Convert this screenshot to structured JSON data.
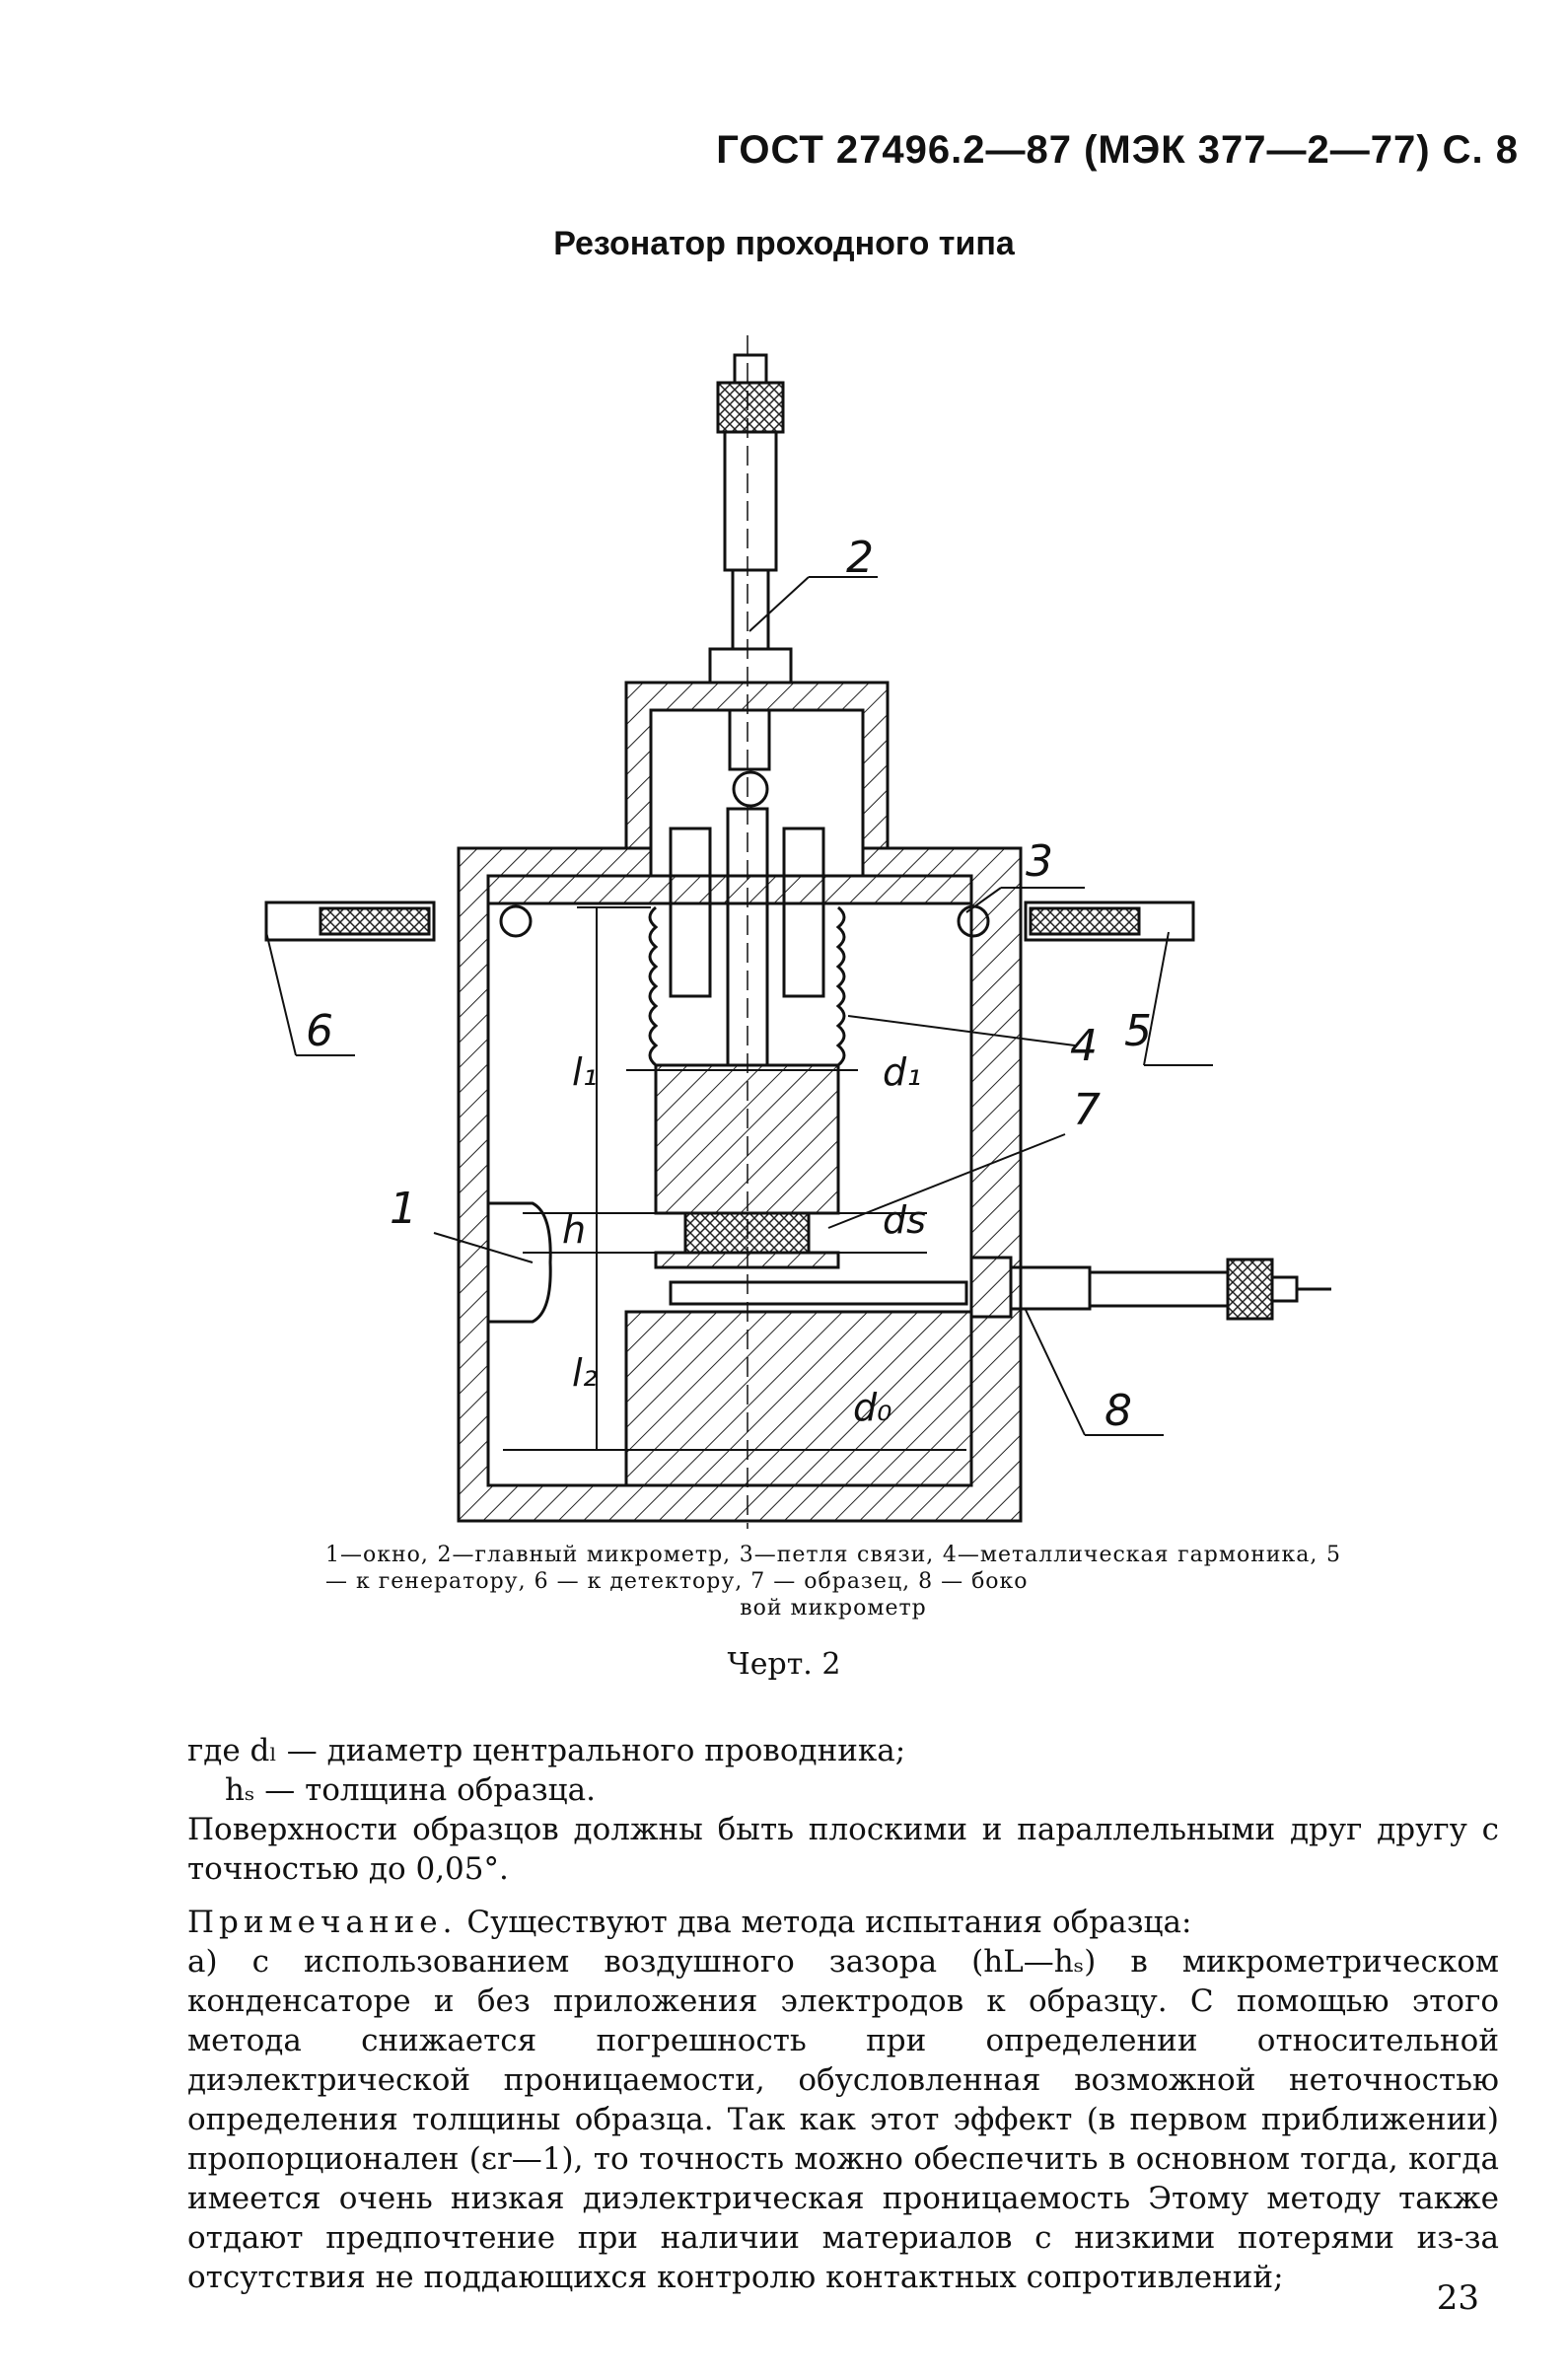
{
  "header": {
    "standard": "ГОСТ 27496.2—87 (МЭК 377—2—77) С. 8"
  },
  "figure": {
    "title": "Резонатор проходного типа",
    "callouts": [
      "1",
      "2",
      "3",
      "4",
      "5",
      "6",
      "7",
      "8"
    ],
    "dimensions": {
      "l1": "l₁",
      "l2": "l₂",
      "h": "h",
      "d1": "d₁",
      "ds": "ds",
      "d0": "d₀"
    },
    "caption": "1—окно, 2—главный микрометр, 3—петля связи, 4—металлическая гармоника, 5 — к генератору, 6 — к детектору, 7 — образец, 8 — боко",
    "caption_end": "вой микрометр",
    "chart_label": "Черт. 2"
  },
  "text": {
    "def1": "где dₗ — диаметр центрального проводника;",
    "def2": "hₛ — толщина образца.",
    "para1": "Поверхности образцов должны быть плоскими и параллельными друг другу с точностью до 0,05°.",
    "note_label": "Примечание.",
    "note_rest": " Существуют два метода испытания образца:",
    "para2": "а) с использованием воздушного зазора (hL—hₛ) в микрометрическом конденсаторе и без приложения электродов к образцу. С помощью этого метода снижается погрешность при определении относительной диэлектрической проницаемости, обусловленная возможной неточностью определения толщины образца. Так как этот эффект (в первом приближении) пропорционален (εr—1), то точность можно обеспечить в основном тогда, когда имеется очень низкая диэлектрическая проницаемость Этому методу также отдают предпочтение при наличии материалов с низкими потерями из-за отсутствия не поддающихся контролю контактных сопротивлений;"
  },
  "page_number": "23"
}
